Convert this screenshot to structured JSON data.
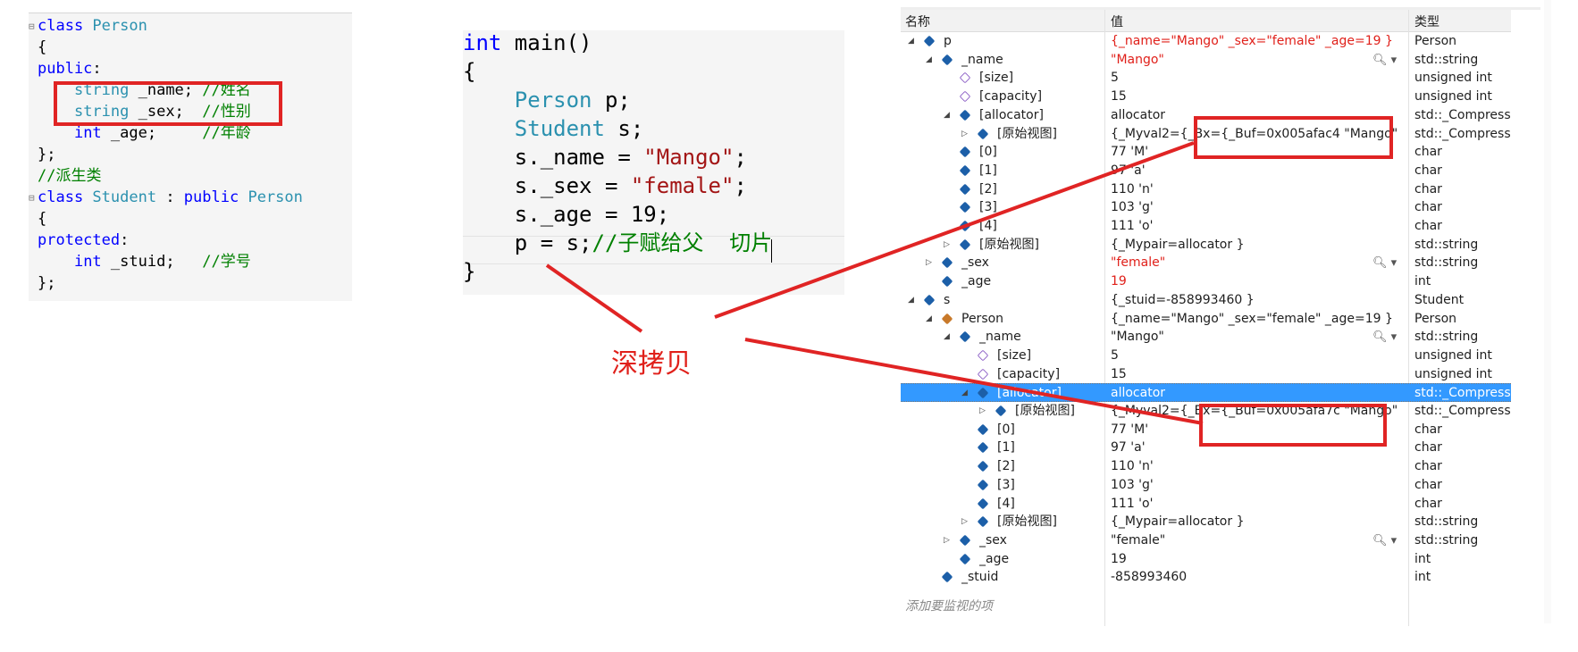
{
  "code_left": {
    "lines": [
      [
        {
          "t": "class ",
          "c": "kw"
        },
        {
          "t": "Person",
          "c": "ty"
        }
      ],
      [
        {
          "t": "{",
          "c": ""
        }
      ],
      [
        {
          "t": "public",
          "c": "kw"
        },
        {
          "t": ":",
          "c": ""
        }
      ],
      [
        {
          "t": "    ",
          "c": ""
        },
        {
          "t": "string",
          "c": "ty"
        },
        {
          "t": " _name; ",
          "c": ""
        },
        {
          "t": "//姓名",
          "c": "cm"
        }
      ],
      [
        {
          "t": "    ",
          "c": ""
        },
        {
          "t": "string",
          "c": "ty"
        },
        {
          "t": " _sex;  ",
          "c": ""
        },
        {
          "t": "//性别",
          "c": "cm"
        }
      ],
      [
        {
          "t": "    ",
          "c": ""
        },
        {
          "t": "int",
          "c": "kw"
        },
        {
          "t": " _age;     ",
          "c": ""
        },
        {
          "t": "//年龄",
          "c": "cm"
        }
      ],
      [
        {
          "t": "};",
          "c": ""
        }
      ],
      [
        {
          "t": "//派生类",
          "c": "cm"
        }
      ],
      [
        {
          "t": "class ",
          "c": "kw"
        },
        {
          "t": "Student",
          "c": "ty"
        },
        {
          "t": " : ",
          "c": ""
        },
        {
          "t": "public ",
          "c": "kw"
        },
        {
          "t": "Person",
          "c": "ty"
        }
      ],
      [
        {
          "t": "{",
          "c": ""
        }
      ],
      [
        {
          "t": "protected",
          "c": "kw"
        },
        {
          "t": ":",
          "c": ""
        }
      ],
      [
        {
          "t": "    ",
          "c": ""
        },
        {
          "t": "int",
          "c": "kw"
        },
        {
          "t": " _stuid;   ",
          "c": ""
        },
        {
          "t": "//学号",
          "c": "cm"
        }
      ],
      [
        {
          "t": "};",
          "c": ""
        }
      ]
    ]
  },
  "code_main": {
    "lines": [
      [
        {
          "t": "int",
          "c": "kw"
        },
        {
          "t": " main()",
          "c": ""
        }
      ],
      [
        {
          "t": "{",
          "c": ""
        }
      ],
      [
        {
          "t": "    ",
          "c": ""
        },
        {
          "t": "Person",
          "c": "ty"
        },
        {
          "t": " p;",
          "c": ""
        }
      ],
      [
        {
          "t": "    ",
          "c": ""
        },
        {
          "t": "Student",
          "c": "ty"
        },
        {
          "t": " s;",
          "c": ""
        }
      ],
      [
        {
          "t": "    s._name = ",
          "c": ""
        },
        {
          "t": "\"Mango\"",
          "c": "st"
        },
        {
          "t": ";",
          "c": ""
        }
      ],
      [
        {
          "t": "    s._sex = ",
          "c": ""
        },
        {
          "t": "\"female\"",
          "c": "st"
        },
        {
          "t": ";",
          "c": ""
        }
      ],
      [
        {
          "t": "    s._age = 19;",
          "c": ""
        }
      ],
      [
        {
          "t": "    p = s;",
          "c": ""
        },
        {
          "t": "//子赋给父  切片",
          "c": "cm"
        }
      ],
      [
        {
          "t": "}",
          "c": ""
        }
      ]
    ]
  },
  "annotation": {
    "label": "深拷贝"
  },
  "watch": {
    "headers": {
      "name": "名称",
      "value": "值",
      "type": "类型"
    },
    "add_watch": "添加要监视的项",
    "rows": [
      {
        "indent": 0,
        "tri": "open",
        "icon": "field",
        "name": "p",
        "value": "{_name=\"Mango\" _sex=\"female\" _age=19 }",
        "type": "Person",
        "red": true
      },
      {
        "indent": 1,
        "tri": "open",
        "icon": "field",
        "name": "_name",
        "value": "\"Mango\"",
        "type": "std::string",
        "red": true,
        "mag": true
      },
      {
        "indent": 2,
        "tri": "",
        "icon": "prop",
        "name": "[size]",
        "value": "5",
        "type": "unsigned int"
      },
      {
        "indent": 2,
        "tri": "",
        "icon": "prop",
        "name": "[capacity]",
        "value": "15",
        "type": "unsigned int"
      },
      {
        "indent": 2,
        "tri": "open",
        "icon": "field",
        "name": "[allocator]",
        "value": "allocator",
        "type": "std::_Compress..."
      },
      {
        "indent": 3,
        "tri": "closed",
        "icon": "field",
        "name": "[原始视图]",
        "value": "{_Myval2={_Bx={_Buf=0x005afac4 \"Mango\" _Ptr...",
        "type": "std::_Compress..."
      },
      {
        "indent": 2,
        "tri": "",
        "icon": "field",
        "name": "[0]",
        "value": "77 'M'",
        "type": "char"
      },
      {
        "indent": 2,
        "tri": "",
        "icon": "field",
        "name": "[1]",
        "value": "97 'a'",
        "type": "char"
      },
      {
        "indent": 2,
        "tri": "",
        "icon": "field",
        "name": "[2]",
        "value": "110 'n'",
        "type": "char"
      },
      {
        "indent": 2,
        "tri": "",
        "icon": "field",
        "name": "[3]",
        "value": "103 'g'",
        "type": "char"
      },
      {
        "indent": 2,
        "tri": "",
        "icon": "field",
        "name": "[4]",
        "value": "111 'o'",
        "type": "char"
      },
      {
        "indent": 2,
        "tri": "closed",
        "icon": "field",
        "name": "[原始视图]",
        "value": "{_Mypair=allocator }",
        "type": "std::string"
      },
      {
        "indent": 1,
        "tri": "closed",
        "icon": "field",
        "name": "_sex",
        "value": "\"female\"",
        "type": "std::string",
        "red": true,
        "mag": true
      },
      {
        "indent": 1,
        "tri": "",
        "icon": "field",
        "name": "_age",
        "value": "19",
        "type": "int",
        "red": true
      },
      {
        "indent": 0,
        "tri": "open",
        "icon": "field",
        "name": "s",
        "value": "{_stuid=-858993460 }",
        "type": "Student"
      },
      {
        "indent": 1,
        "tri": "open",
        "icon": "base",
        "name": "Person",
        "value": "{_name=\"Mango\" _sex=\"female\" _age=19 }",
        "type": "Person"
      },
      {
        "indent": 2,
        "tri": "open",
        "icon": "field",
        "name": "_name",
        "value": "\"Mango\"",
        "type": "std::string",
        "mag": true
      },
      {
        "indent": 3,
        "tri": "",
        "icon": "prop",
        "name": "[size]",
        "value": "5",
        "type": "unsigned int"
      },
      {
        "indent": 3,
        "tri": "",
        "icon": "prop",
        "name": "[capacity]",
        "value": "15",
        "type": "unsigned int"
      },
      {
        "indent": 3,
        "tri": "open",
        "icon": "field",
        "name": "[allocator]",
        "value": "allocator",
        "type": "std::_Compress...",
        "sel": true
      },
      {
        "indent": 4,
        "tri": "closed",
        "icon": "field",
        "name": "[原始视图]",
        "value": "{_Myval2={_Bx={_Buf=0x005afa7c \"Mango\" _Ptr...",
        "type": "std::_Compress..."
      },
      {
        "indent": 3,
        "tri": "",
        "icon": "field",
        "name": "[0]",
        "value": "77 'M'",
        "type": "char"
      },
      {
        "indent": 3,
        "tri": "",
        "icon": "field",
        "name": "[1]",
        "value": "97 'a'",
        "type": "char"
      },
      {
        "indent": 3,
        "tri": "",
        "icon": "field",
        "name": "[2]",
        "value": "110 'n'",
        "type": "char"
      },
      {
        "indent": 3,
        "tri": "",
        "icon": "field",
        "name": "[3]",
        "value": "103 'g'",
        "type": "char"
      },
      {
        "indent": 3,
        "tri": "",
        "icon": "field",
        "name": "[4]",
        "value": "111 'o'",
        "type": "char"
      },
      {
        "indent": 3,
        "tri": "closed",
        "icon": "field",
        "name": "[原始视图]",
        "value": "{_Mypair=allocator }",
        "type": "std::string"
      },
      {
        "indent": 2,
        "tri": "closed",
        "icon": "field",
        "name": "_sex",
        "value": "\"female\"",
        "type": "std::string",
        "mag": true
      },
      {
        "indent": 2,
        "tri": "",
        "icon": "field",
        "name": "_age",
        "value": "19",
        "type": "int"
      },
      {
        "indent": 1,
        "tri": "",
        "icon": "field",
        "name": "_stuid",
        "value": "-858993460",
        "type": "int"
      }
    ]
  }
}
